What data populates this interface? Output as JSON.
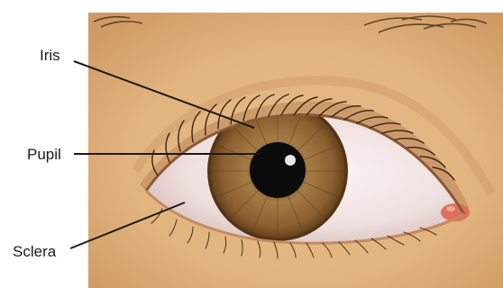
{
  "labels": {
    "iris": "Iris",
    "pupil": "Pupil",
    "sclera": "Sclera"
  },
  "colors": {
    "skin": "#e2b47e",
    "skin_shadow": "#c98f5c",
    "sclera": "#f2e6e6",
    "iris_outer": "#6e4a22",
    "iris_inner": "#a57b45",
    "pupil": "#0b0b0b",
    "caruncle": "#e0705e",
    "lashes": "#3a2616",
    "leader_lines": "#1a1a1a"
  }
}
